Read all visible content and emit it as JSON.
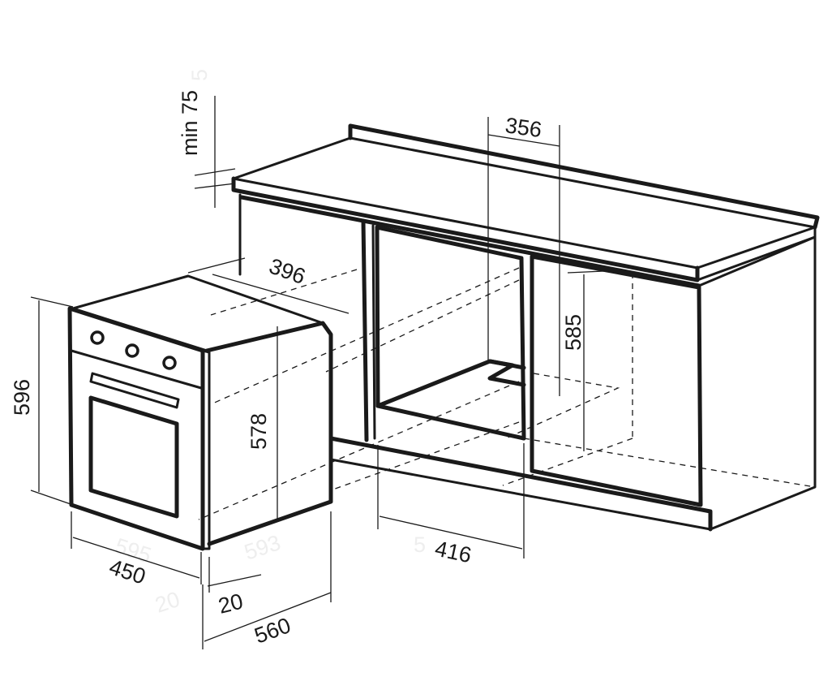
{
  "dimensions": {
    "min_clearance": "min 75",
    "cutout_depth_top": "356",
    "oven_depth": "396",
    "cutout_height": "585",
    "oven_total_height": "596",
    "oven_body_height": "578",
    "front_panel_width": "450",
    "front_protrusion": "20",
    "oven_width": "560",
    "cutout_width": "416"
  },
  "ghost_labels": {
    "g1": "595",
    "g2": "593",
    "g3": "20",
    "g4": "5",
    "g5": "5"
  },
  "colors": {
    "line": "#1a1a1a",
    "background": "#ffffff"
  }
}
